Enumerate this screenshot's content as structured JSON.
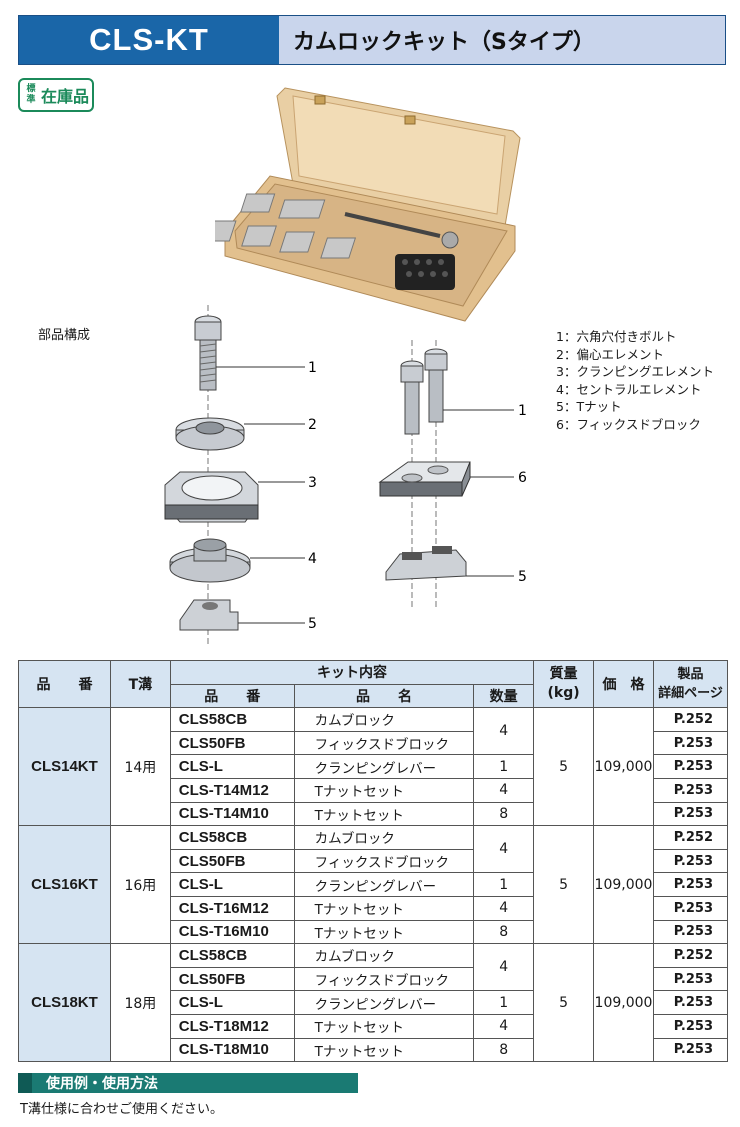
{
  "header": {
    "code": "CLS-KT",
    "title": "カムロックキット（Sタイプ）"
  },
  "badge": {
    "small": "標準",
    "big": "在庫品"
  },
  "parts_label": "部品構成",
  "legend": [
    "1：六角穴付きボルト",
    "2：偏心エレメント",
    "3：クランピングエレメント",
    "4：セントラルエレメント",
    "5：Tナット",
    "6：フィックスドブロック"
  ],
  "diagram_labels": {
    "l1": "1",
    "l2": "2",
    "l3": "3",
    "l4": "4",
    "l5": "5",
    "r1": "1",
    "r6": "6",
    "r5": "5"
  },
  "table": {
    "h_model": "品　　番",
    "h_slot": "T溝",
    "h_kit": "キット内容",
    "h_weight": "質量\n(kg)",
    "h_price": "価　格",
    "h_page": "製品\n詳細ページ",
    "h_part": "品　　番",
    "h_name": "品　　名",
    "h_qty": "数量",
    "groups": [
      {
        "model": "CLS14KT",
        "slot": "14用",
        "weight": "5",
        "price": "109,000",
        "rows": [
          {
            "part": "CLS58CB",
            "name": "カムブロック",
            "page": "P.252"
          },
          {
            "part": "CLS50FB",
            "name": "フィックスドブロック",
            "page": "P.253"
          },
          {
            "part": "CLS-L",
            "name": "クランピングレバー",
            "qty": "1",
            "page": "P.253"
          },
          {
            "part": "CLS-T14M12",
            "name": "Tナットセット",
            "qty": "4",
            "page": "P.253"
          },
          {
            "part": "CLS-T14M10",
            "name": "Tナットセット",
            "qty": "8",
            "page": "P.253"
          }
        ],
        "qty_top": "4"
      },
      {
        "model": "CLS16KT",
        "slot": "16用",
        "weight": "5",
        "price": "109,000",
        "rows": [
          {
            "part": "CLS58CB",
            "name": "カムブロック",
            "page": "P.252"
          },
          {
            "part": "CLS50FB",
            "name": "フィックスドブロック",
            "page": "P.253"
          },
          {
            "part": "CLS-L",
            "name": "クランピングレバー",
            "qty": "1",
            "page": "P.253"
          },
          {
            "part": "CLS-T16M12",
            "name": "Tナットセット",
            "qty": "4",
            "page": "P.253"
          },
          {
            "part": "CLS-T16M10",
            "name": "Tナットセット",
            "qty": "8",
            "page": "P.253"
          }
        ],
        "qty_top": "4"
      },
      {
        "model": "CLS18KT",
        "slot": "18用",
        "weight": "5",
        "price": "109,000",
        "rows": [
          {
            "part": "CLS58CB",
            "name": "カムブロック",
            "page": "P.252"
          },
          {
            "part": "CLS50FB",
            "name": "フィックスドブロック",
            "page": "P.253"
          },
          {
            "part": "CLS-L",
            "name": "クランピングレバー",
            "qty": "1",
            "page": "P.253"
          },
          {
            "part": "CLS-T18M12",
            "name": "Tナットセット",
            "qty": "4",
            "page": "P.253"
          },
          {
            "part": "CLS-T18M10",
            "name": "Tナットセット",
            "qty": "8",
            "page": "P.253"
          }
        ],
        "qty_top": "4"
      }
    ]
  },
  "usage": {
    "heading": "使用例・使用方法",
    "text": "T溝仕様に合わせご使用ください。"
  }
}
